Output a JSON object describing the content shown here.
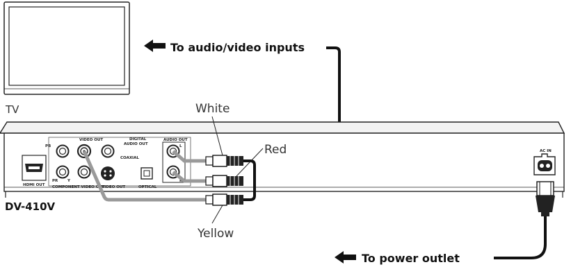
{
  "labels": {
    "tv": "TV",
    "to_av_inputs": "To audio/video inputs",
    "to_power_outlet": "To power outlet",
    "white": "White",
    "red": "Red",
    "yellow": "Yellow",
    "model": "DV-410V"
  },
  "panel": {
    "video_out": "VIDEO OUT",
    "digital_audio_out_1": "DIGITAL",
    "digital_audio_out_2": "AUDIO OUT",
    "audio_out": "AUDIO OUT",
    "coaxial": "COAXIAL",
    "pb": "PB",
    "pr": "PR",
    "y": "Y",
    "l": "L",
    "r": "R",
    "hdmi_out": "HDMI OUT",
    "component_video_out": "COMPONENT VIDEO OUT",
    "s_video_out": "VIDEO OUT",
    "optical": "OPTICAL",
    "ac_in": "AC IN"
  },
  "colors": {
    "cable_stroke": "#111111",
    "cable_gray": "#9a9a9a",
    "line": "#222222"
  }
}
